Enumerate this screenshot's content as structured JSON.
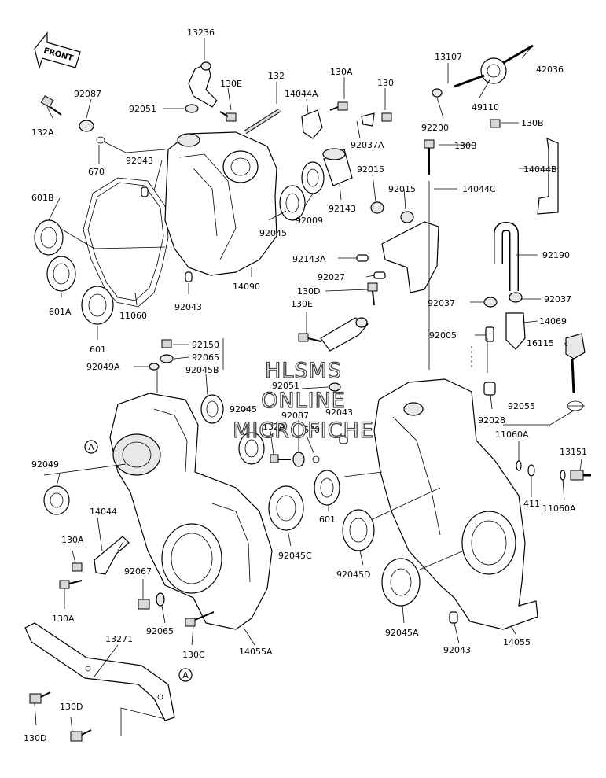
{
  "front_arrow": {
    "label": "FRONT"
  },
  "watermark": {
    "line1": "HLSMS",
    "line2": "ONLINE",
    "line3": "MICROFICHE"
  },
  "ref_marker": "A",
  "labels": [
    "13236",
    "132",
    "130A",
    "130",
    "13107",
    "42036",
    "92087",
    "92051",
    "130E",
    "14044A",
    "132A",
    "670",
    "92037A",
    "49110",
    "92200",
    "130B",
    "130B",
    "92043",
    "92015",
    "14044B",
    "92015",
    "601B",
    "92009",
    "92143",
    "14044C",
    "92045",
    "601A",
    "14090",
    "92143A",
    "92190",
    "92027",
    "130D",
    "92043",
    "601",
    "11060",
    "130E",
    "92037",
    "92037",
    "14069",
    "92005",
    "92150",
    "92065",
    "92049A",
    "92045B",
    "16115",
    "92051",
    "92043",
    "92055",
    "92045",
    "92087",
    "132A",
    "670",
    "92028",
    "11060A",
    "92049",
    "13151",
    "601",
    "14044",
    "92045C",
    "411",
    "11060A",
    "130A",
    "92045D",
    "92067",
    "130A",
    "92065",
    "92045A",
    "13271",
    "130C",
    "14055A",
    "92043",
    "14055",
    "130D",
    "130D"
  ]
}
